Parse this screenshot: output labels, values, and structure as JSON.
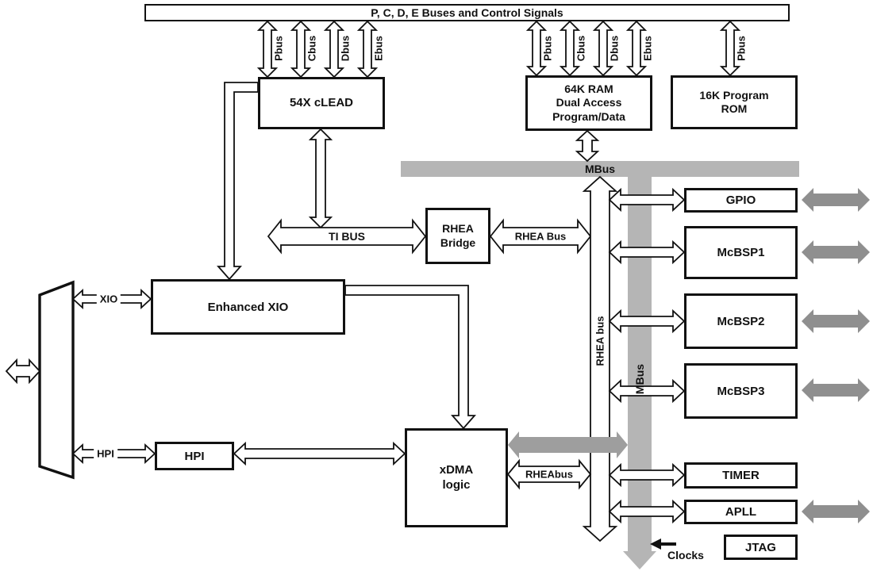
{
  "diagram": {
    "top_bar": "P, C, D, E Buses and Control Signals",
    "bus_arrows": {
      "cpu": [
        "Pbus",
        "Cbus",
        "Dbus",
        "Ebus"
      ],
      "ram": [
        "Pbus",
        "Cbus",
        "Dbus",
        "Ebus"
      ],
      "rom": [
        "Pbus"
      ]
    },
    "blocks": {
      "cpu": "54X cLEAD",
      "ram": "64K RAM\nDual Access\nProgram/Data",
      "rom": "16K Program\nROM",
      "rhea_bridge": "RHEA\nBridge",
      "enhanced_xio": "Enhanced XIO",
      "hpi": "HPI",
      "xdma": "xDMA\nlogic",
      "gpio": "GPIO",
      "mcbsp1": "McBSP1",
      "mcbsp2": "McBSP2",
      "mcbsp3": "McBSP3",
      "timer": "TIMER",
      "apll": "APLL",
      "jtag": "JTAG"
    },
    "bus_labels": {
      "mbus_horizontal": "MBus",
      "mbus_vertical": "MBus",
      "rhea_vertical": "RHEA bus",
      "ti_bus": "TI BUS",
      "rhea_bus": "RHEA Bus",
      "rheabus": "RHEAbus",
      "xio": "XIO",
      "hpi": "HPI",
      "clocks": "Clocks"
    },
    "colors": {
      "bus-gray": "#b5b5b5",
      "arrow-gray": "#8f8f8f",
      "band-gray": "#9e9e9e",
      "ink": "#111111"
    }
  }
}
